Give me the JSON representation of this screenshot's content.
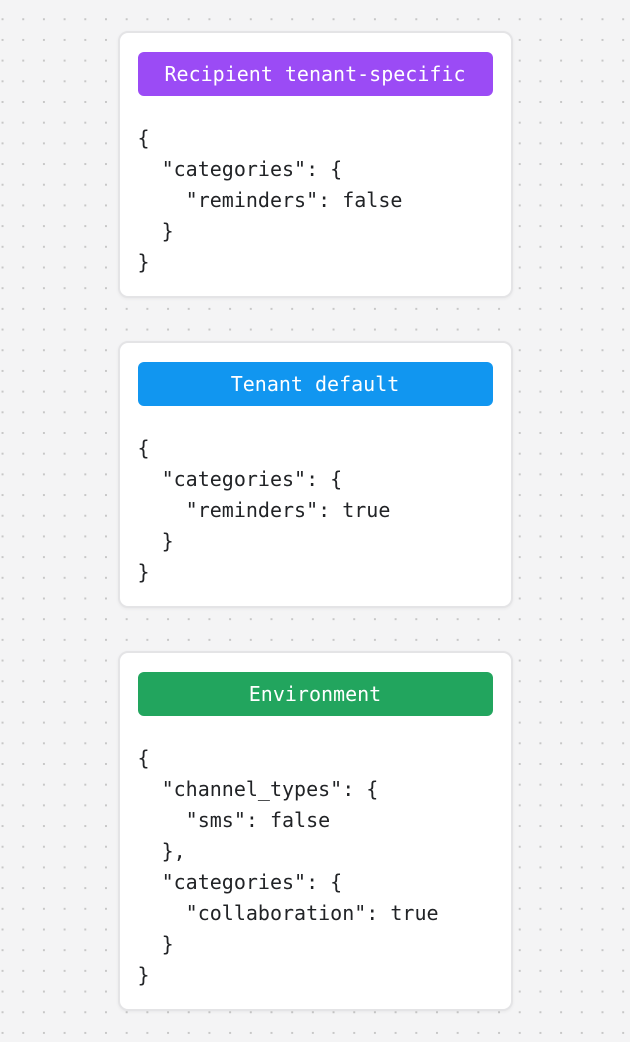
{
  "page": {
    "background_color": "#f4f4f5",
    "dot_color": "#c7c7c7",
    "card_background": "#ffffff",
    "card_border_color": "#e4e4e6",
    "code_text_color": "#212326"
  },
  "cards": [
    {
      "id": "recipient-tenant-specific",
      "badge": {
        "label": "Recipient tenant-specific",
        "color": "#9b4bf5",
        "text_color": "#ffffff"
      },
      "code": "{\n  \"categories\": {\n    \"reminders\": false\n  }\n}"
    },
    {
      "id": "tenant-default",
      "badge": {
        "label": "Tenant default",
        "color": "#1196f0",
        "text_color": "#ffffff"
      },
      "code": "{\n  \"categories\": {\n    \"reminders\": true\n  }\n}"
    },
    {
      "id": "environment",
      "badge": {
        "label": "Environment",
        "color": "#22a55e",
        "text_color": "#ffffff"
      },
      "code": "{\n  \"channel_types\": {\n    \"sms\": false\n  },\n  \"categories\": {\n    \"collaboration\": true\n  }\n}"
    }
  ]
}
